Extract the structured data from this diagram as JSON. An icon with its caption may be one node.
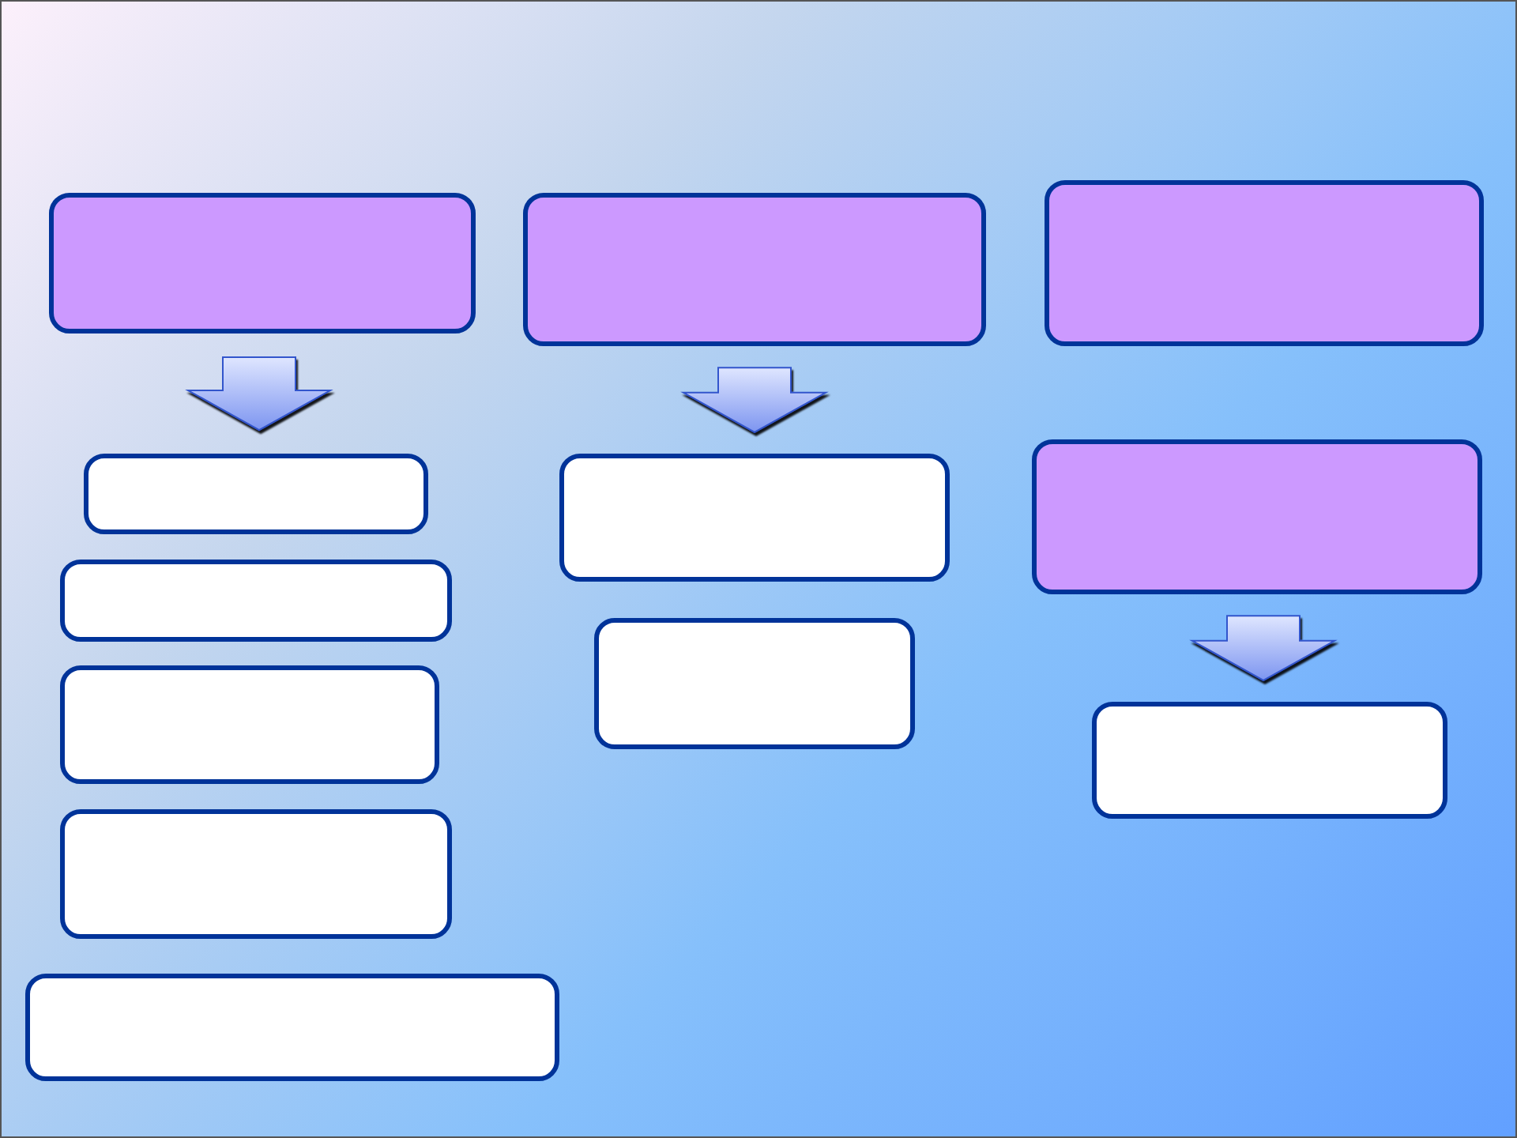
{
  "diagram": {
    "nodes": [
      {
        "text": [],
        "shape": "box"
      },
      {
        "text": [],
        "shape": "box"
      },
      {
        "text": [],
        "shape": "box"
      },
      {
        "text": [],
        "shape": "box"
      },
      {
        "text": [],
        "shape": "box"
      },
      {
        "text": [],
        "shape": "box"
      },
      {
        "text": [],
        "shape": "box"
      },
      {
        "text": [],
        "shape": "box"
      },
      {
        "text": [],
        "shape": "box"
      },
      {
        "text": [],
        "shape": "box"
      },
      {
        "text": [],
        "shape": "box"
      },
      {
        "text": [],
        "shape": "box"
      }
    ],
    "edges": [
      {
        "from": 0,
        "to": 3,
        "arrow": "to"
      },
      {
        "from": 1,
        "to": 8,
        "arrow": "to"
      },
      {
        "from": 10,
        "to": 11,
        "arrow": "to"
      }
    ]
  }
}
